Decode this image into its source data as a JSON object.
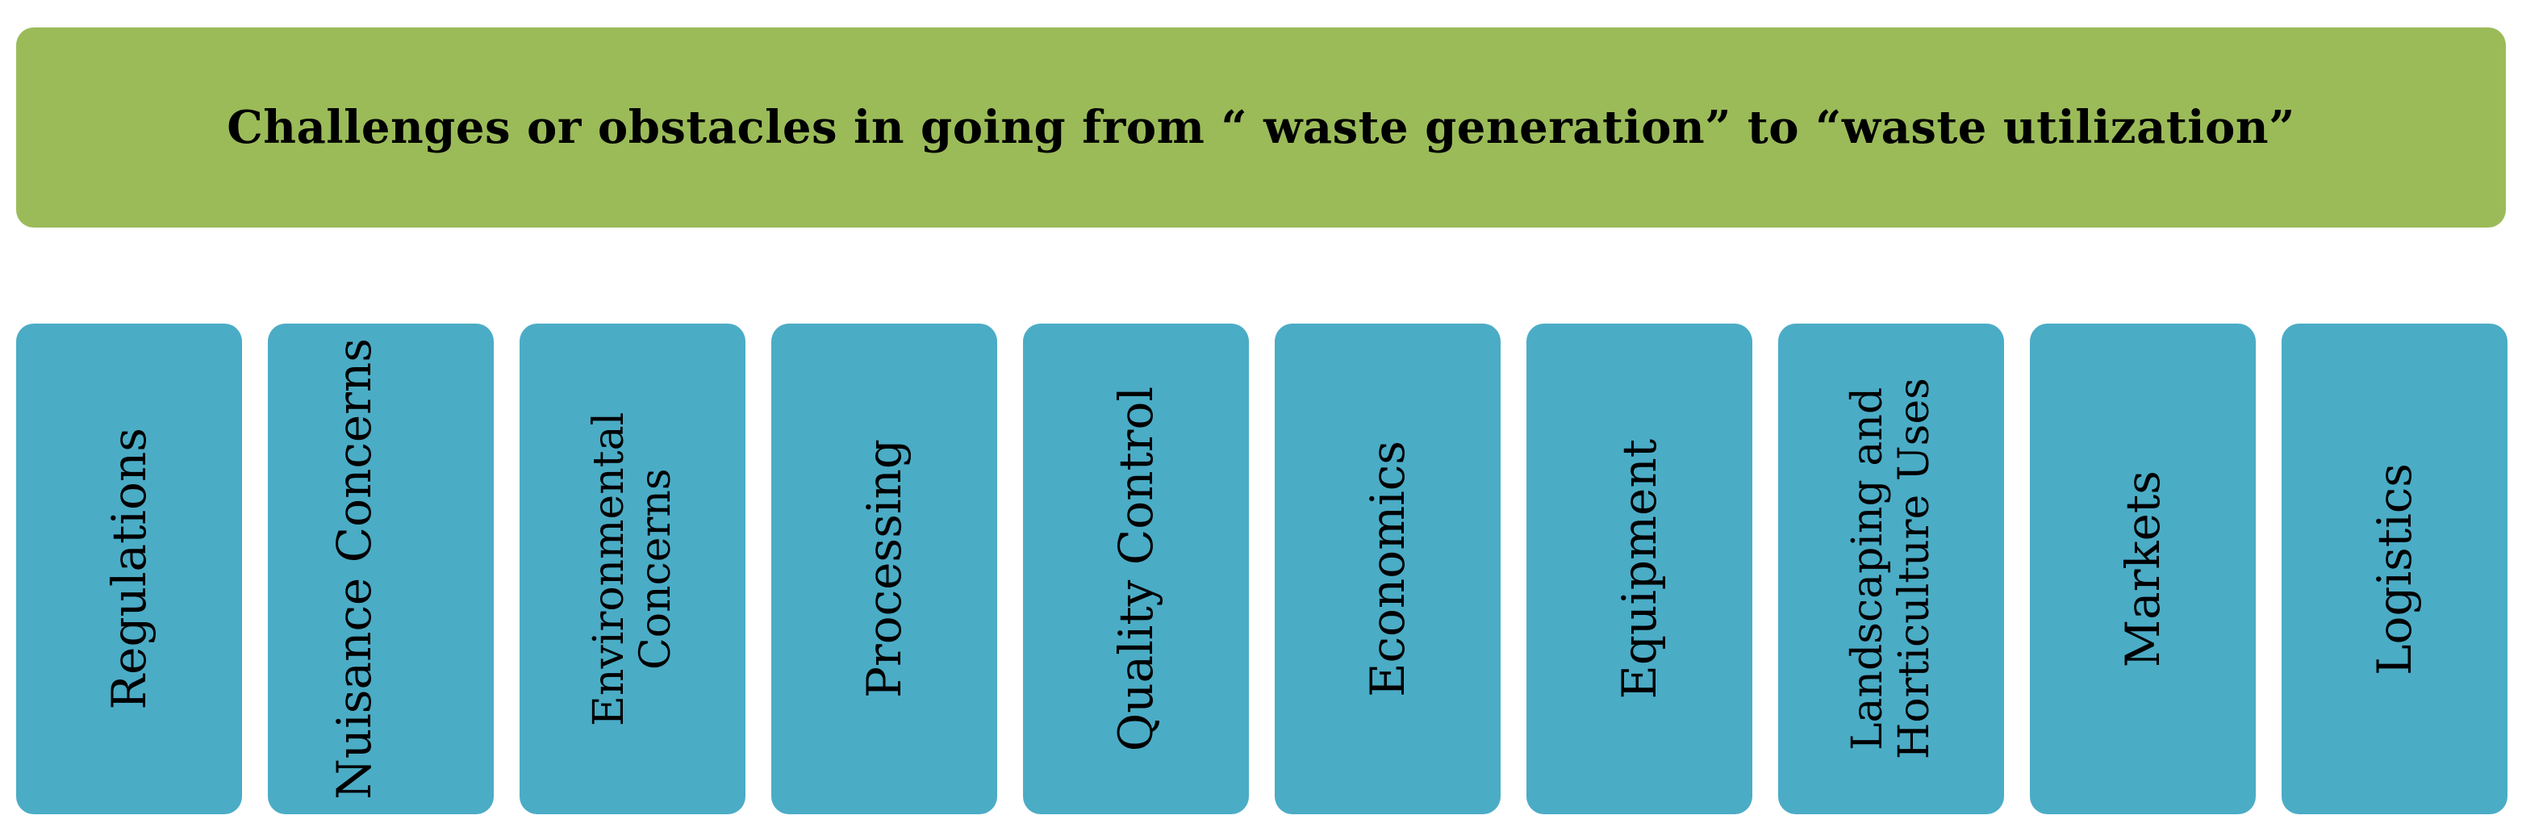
{
  "diagram": {
    "title": "Challenges or obstacles in going from “ waste generation” to “waste utilization”",
    "colors": {
      "header": "#9bbb59",
      "box": "#4bacc6"
    },
    "items": [
      {
        "label": "Regulations"
      },
      {
        "label": "Nuisance Concerns"
      },
      {
        "label": "Environmental Concerns"
      },
      {
        "label": "Processing"
      },
      {
        "label": "Quality Control"
      },
      {
        "label": "Economics"
      },
      {
        "label": "Equipment"
      },
      {
        "label": "Landscaping and Horticulture Uses"
      },
      {
        "label": "Markets"
      },
      {
        "label": "Logistics"
      }
    ]
  }
}
